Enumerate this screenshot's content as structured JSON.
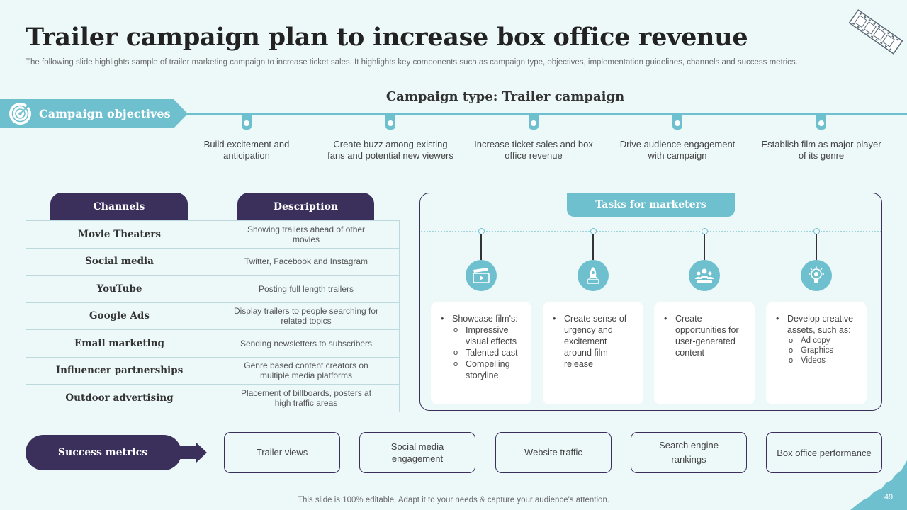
{
  "header": {
    "title": "Trailer campaign plan to increase box office revenue",
    "subtitle": "The following slide highlights sample of trailer marketing campaign to increase ticket sales. It highlights key components such as campaign type, objectives, implementation guidelines, channels and success metrics."
  },
  "campaign": {
    "type_label": "Campaign type: Trailer campaign",
    "objectives_label": "Campaign objectives",
    "objectives": [
      "Build excitement and anticipation",
      "Create buzz among existing fans and potential new viewers",
      "Increase ticket sales and box office revenue",
      "Drive audience engagement with campaign",
      "Establish film as major player of its genre"
    ]
  },
  "channels_table": {
    "headers": {
      "channels": "Channels",
      "description": "Description"
    },
    "rows": [
      {
        "channel": "Movie Theaters",
        "description": "Showing trailers ahead of other movies"
      },
      {
        "channel": "Social media",
        "description": "Twitter, Facebook and Instagram"
      },
      {
        "channel": "YouTube",
        "description": "Posting full length trailers"
      },
      {
        "channel": "Google Ads",
        "description": "Display trailers to people searching for related topics"
      },
      {
        "channel": "Email marketing",
        "description": "Sending newsletters to subscribers"
      },
      {
        "channel": "Influencer partnerships",
        "description": "Genre based content creators on multiple media platforms"
      },
      {
        "channel": "Outdoor advertising",
        "description": "Placement of billboards, posters at high traffic areas"
      }
    ]
  },
  "tasks": {
    "header": "Tasks for marketers",
    "items": [
      {
        "icon": "clapperboard-icon",
        "text": "Showcase film's:",
        "subitems": [
          "Impressive visual effects",
          "Talented cast",
          "Compelling storyline"
        ]
      },
      {
        "icon": "rocket-icon",
        "text": "Create sense of urgency and excitement around film release",
        "subitems": []
      },
      {
        "icon": "community-icon",
        "text": "Create opportunities for user-generated content",
        "subitems": []
      },
      {
        "icon": "lightbulb-gear-icon",
        "text": "Develop creative assets, such as:",
        "subitems": [
          "Ad copy",
          "Graphics",
          "Videos"
        ]
      }
    ]
  },
  "success": {
    "label": "Success metrics",
    "metrics": [
      "Trailer views",
      "Social media engagement",
      "Website traffic",
      "Search engine rankings",
      "Box office performance"
    ]
  },
  "footer": {
    "text": "This slide is 100% editable. Adapt it to your needs & capture your audience's attention.",
    "page_number": "49"
  },
  "colors": {
    "accent": "#6fc0cf",
    "dark": "#3b2f5c",
    "background": "#edf8f9"
  }
}
